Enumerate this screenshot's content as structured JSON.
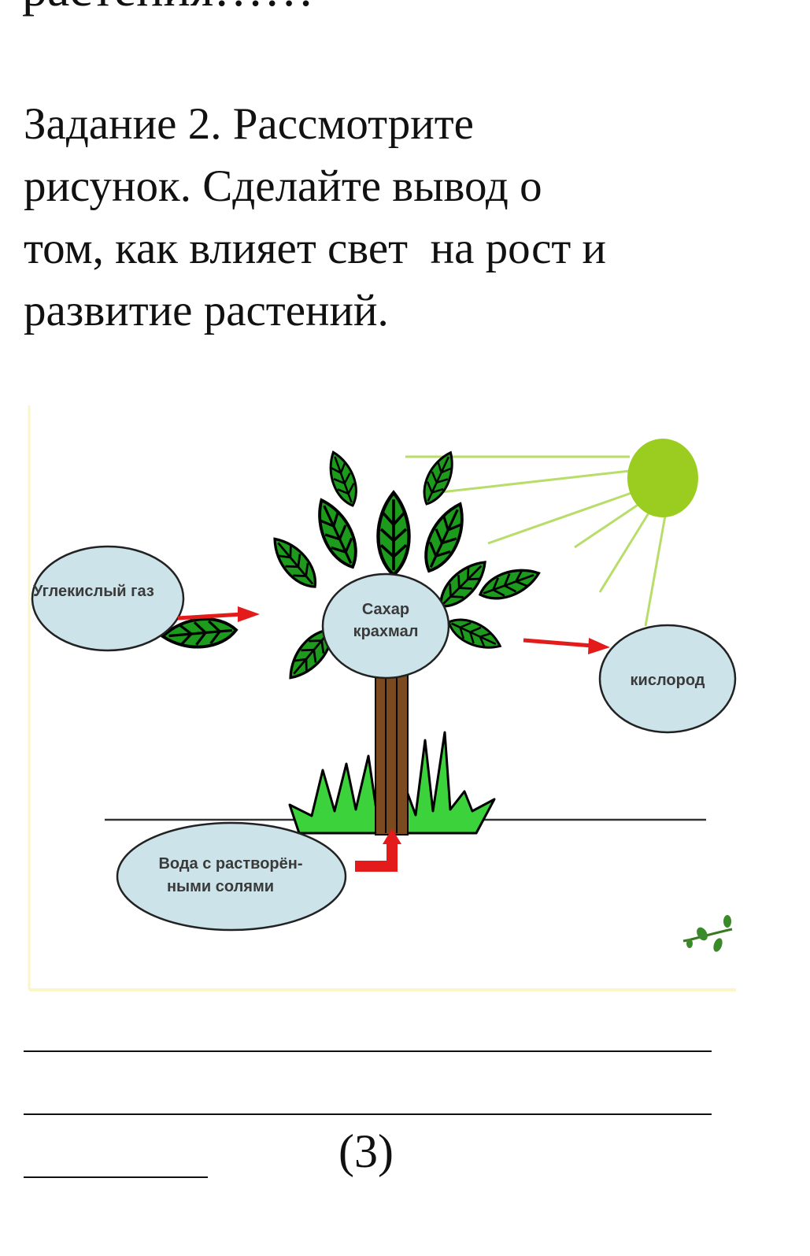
{
  "page": {
    "previous_text_fragment": "растения……",
    "task_lines": [
      "Задание 2. Рассмотрите",
      "рисунок. Сделайте вывод о",
      "том, как влияет свет  на рост и",
      "развитие растений."
    ],
    "points": "(3)"
  },
  "figure": {
    "labels": {
      "co2": "Углекислый газ",
      "sugar_line1": "Сахар",
      "sugar_line2": "крахмал",
      "oxygen": "кислород",
      "water_line1": "Вода с растворён-",
      "water_line2": "ными солями"
    },
    "colors": {
      "bubble_fill": "#cce3ea",
      "sun": "#9acd20",
      "sun_rays": "#b9dd6a",
      "leaf": "#1d9b1d",
      "grass": "#3cd23c",
      "trunk": "#7b4a1e",
      "arrow": "#e41b1b",
      "frame": "#faf6c8"
    }
  }
}
